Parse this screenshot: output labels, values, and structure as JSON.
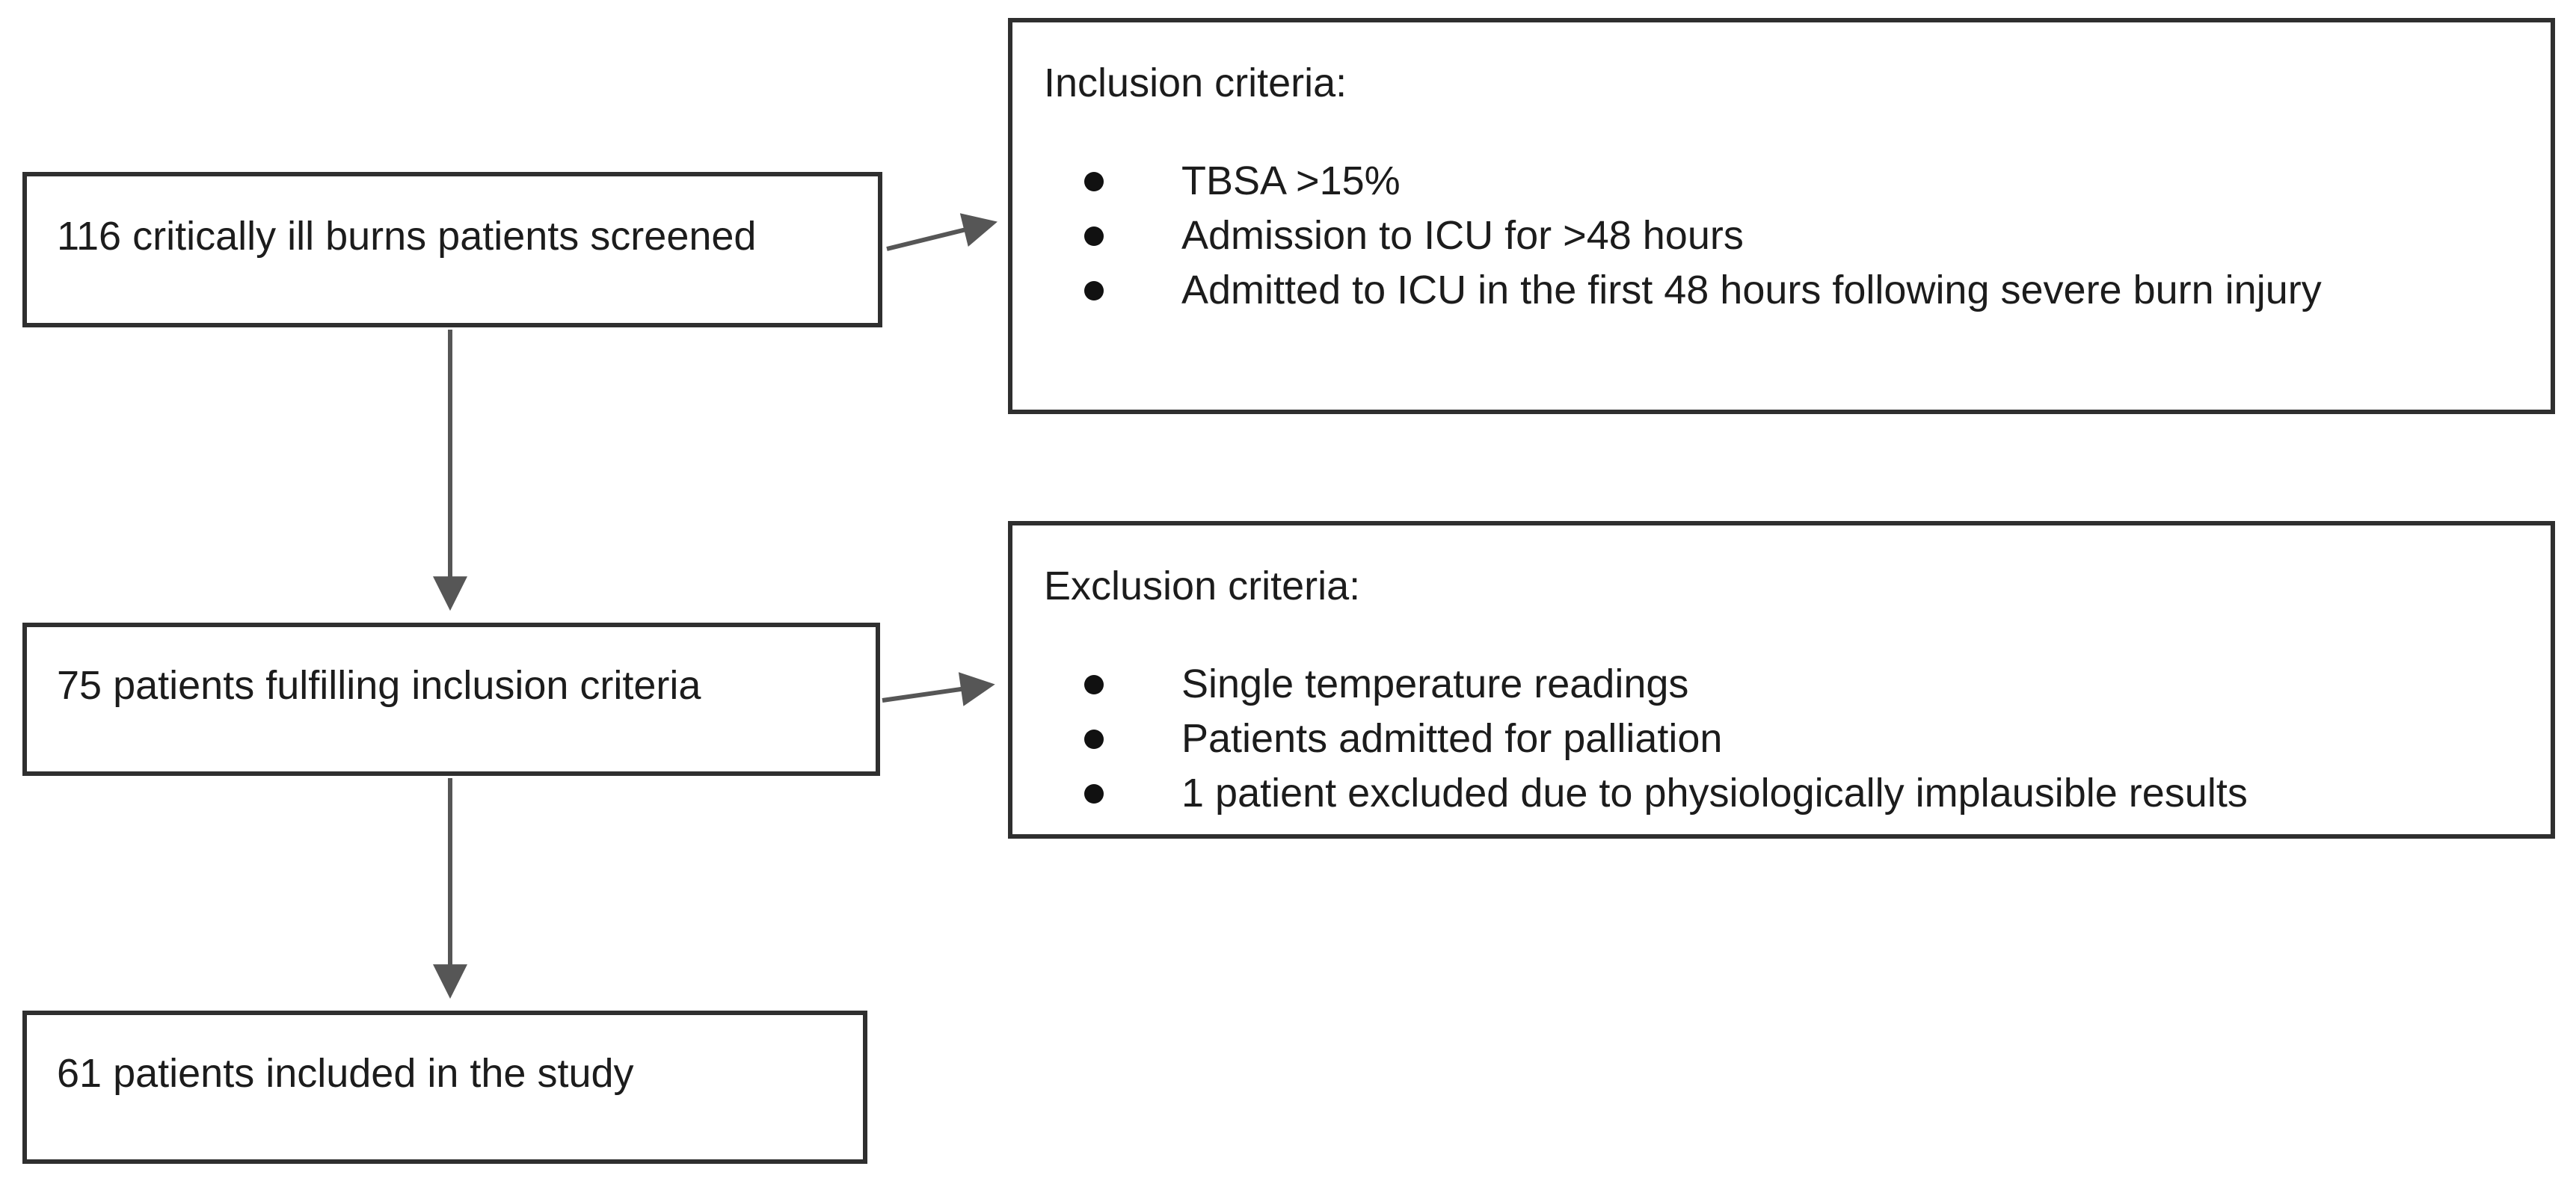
{
  "flowchart": {
    "nodes": {
      "screened": {
        "label": "116 critically ill burns patients screened"
      },
      "inclusion": {
        "title": "Inclusion criteria:",
        "items": [
          "TBSA >15%",
          "Admission to ICU for >48 hours",
          "Admitted to ICU in the first 48 hours following severe burn injury"
        ]
      },
      "fulfilling": {
        "label": "75 patients fulfilling inclusion criteria"
      },
      "exclusion": {
        "title": "Exclusion criteria:",
        "items": [
          "Single temperature readings",
          "Patients admitted for palliation",
          "1 patient excluded due to physiologically implausible results"
        ]
      },
      "included": {
        "label": "61 patients included in the study"
      }
    },
    "colors": {
      "box_border": "#2f2f2f",
      "arrow": "#565656",
      "text": "#1c1c1c",
      "bullet": "#111111",
      "background": "#ffffff"
    }
  }
}
